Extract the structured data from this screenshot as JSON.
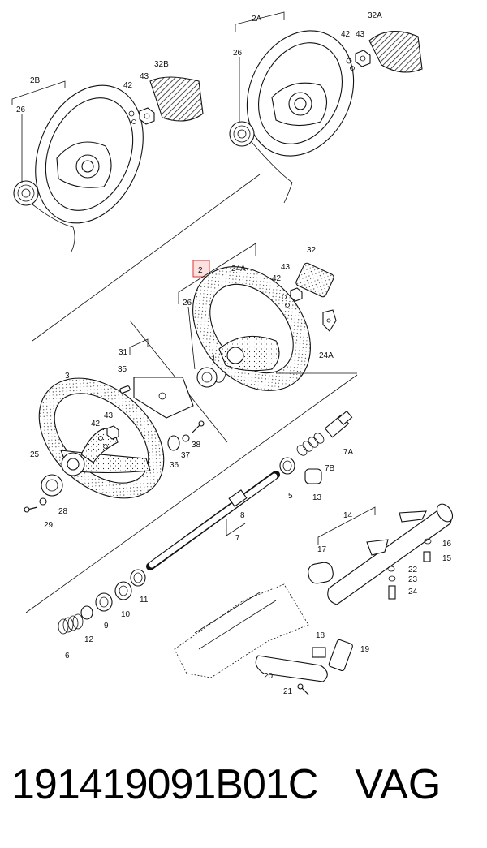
{
  "diagram": {
    "labels": {
      "l2A": "2A",
      "l32A": "32A",
      "l42a": "42",
      "l43a": "43",
      "l26a": "26",
      "l2B": "2B",
      "l32B": "32B",
      "l42b": "42",
      "l43b": "43",
      "l26b": "26",
      "l2": "2",
      "l24A": "24A",
      "l32": "32",
      "l43c": "43",
      "l42c": "42",
      "l26c": "26",
      "l24A2": "24A",
      "l31": "31",
      "l35": "35",
      "l3": "3",
      "l43d": "43",
      "l42d": "42",
      "l38": "38",
      "l37": "37",
      "l36": "36",
      "l25": "25",
      "l28": "28",
      "l29": "29",
      "l7A": "7A",
      "l7B": "7B",
      "l5": "5",
      "l13": "13",
      "l8": "8",
      "l7": "7",
      "l11": "11",
      "l10": "10",
      "l9": "9",
      "l12": "12",
      "l6": "6",
      "l14": "14",
      "l16": "16",
      "l15": "15",
      "l17": "17",
      "l22": "22",
      "l23": "23",
      "l24": "24",
      "l18": "18",
      "l19": "19",
      "l20": "20",
      "l21": "21"
    }
  },
  "caption": {
    "part_number": "191419091B01C",
    "brand": "VAG"
  },
  "colors": {
    "line": "#111111",
    "highlight_fill": "#fde0e0",
    "highlight_stroke": "#dd3333"
  }
}
